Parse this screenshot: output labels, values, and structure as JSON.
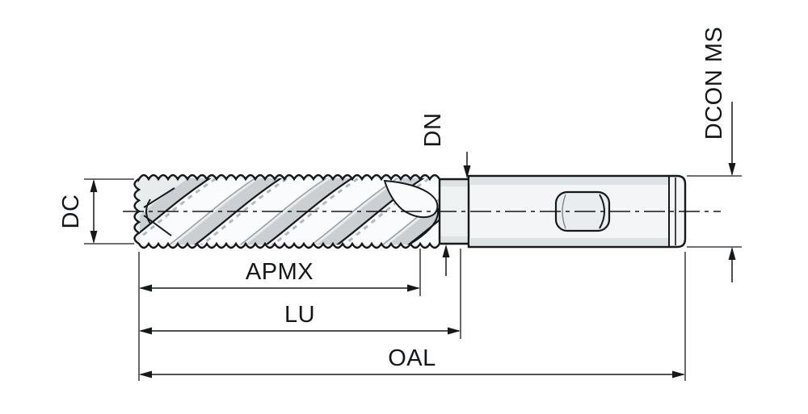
{
  "diagram": {
    "labels": {
      "dc": "DC",
      "dn": "DN",
      "dcon_ms": "DCON MS",
      "apmx": "APMX",
      "lu": "LU",
      "oal": "OAL"
    },
    "colors": {
      "line": "#16191c",
      "steel_light": "#e9eced",
      "steel_mid": "#c9cfd3",
      "steel_highlight": "#fafbfc",
      "steel_shade": "#dde2e5",
      "background": "#ffffff"
    }
  }
}
